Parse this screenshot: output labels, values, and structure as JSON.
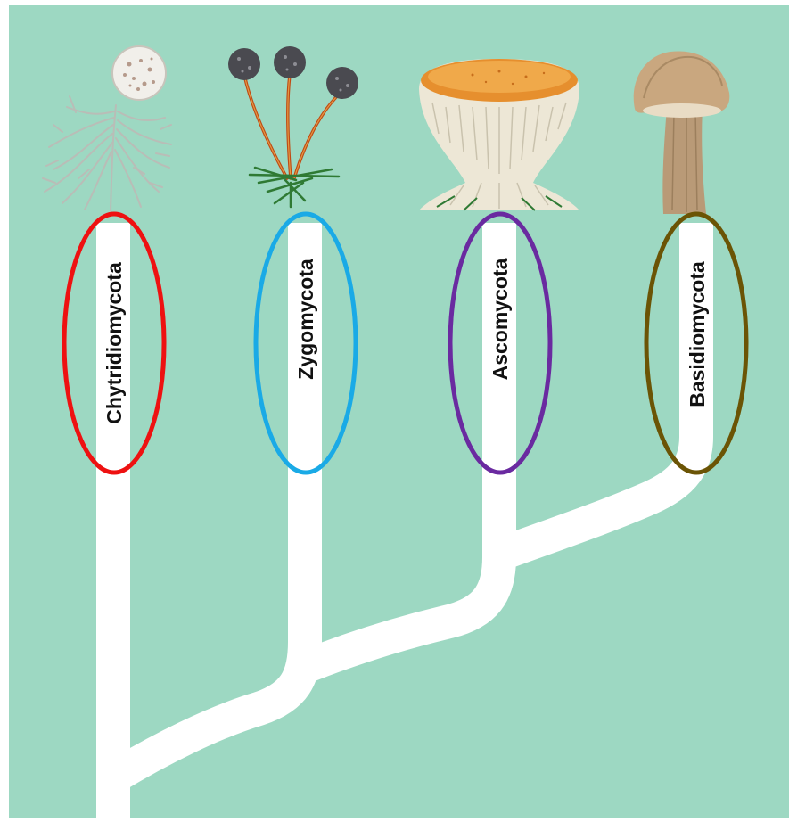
{
  "taxa": [
    {
      "name": "Chytridiomycota",
      "ring_color": "#ee1111",
      "organism": "chytrid-icon"
    },
    {
      "name": "Zygomycota",
      "ring_color": "#1aaae6",
      "organism": "bread-mold-icon"
    },
    {
      "name": "Ascomycota",
      "ring_color": "#6a2aa0",
      "organism": "cup-fungus-icon"
    },
    {
      "name": "Basidiomycota",
      "ring_color": "#6b5405",
      "organism": "mushroom-icon"
    }
  ],
  "colors": {
    "background": "#9dd8c2",
    "branch": "#ffffff",
    "label": "#111111"
  }
}
